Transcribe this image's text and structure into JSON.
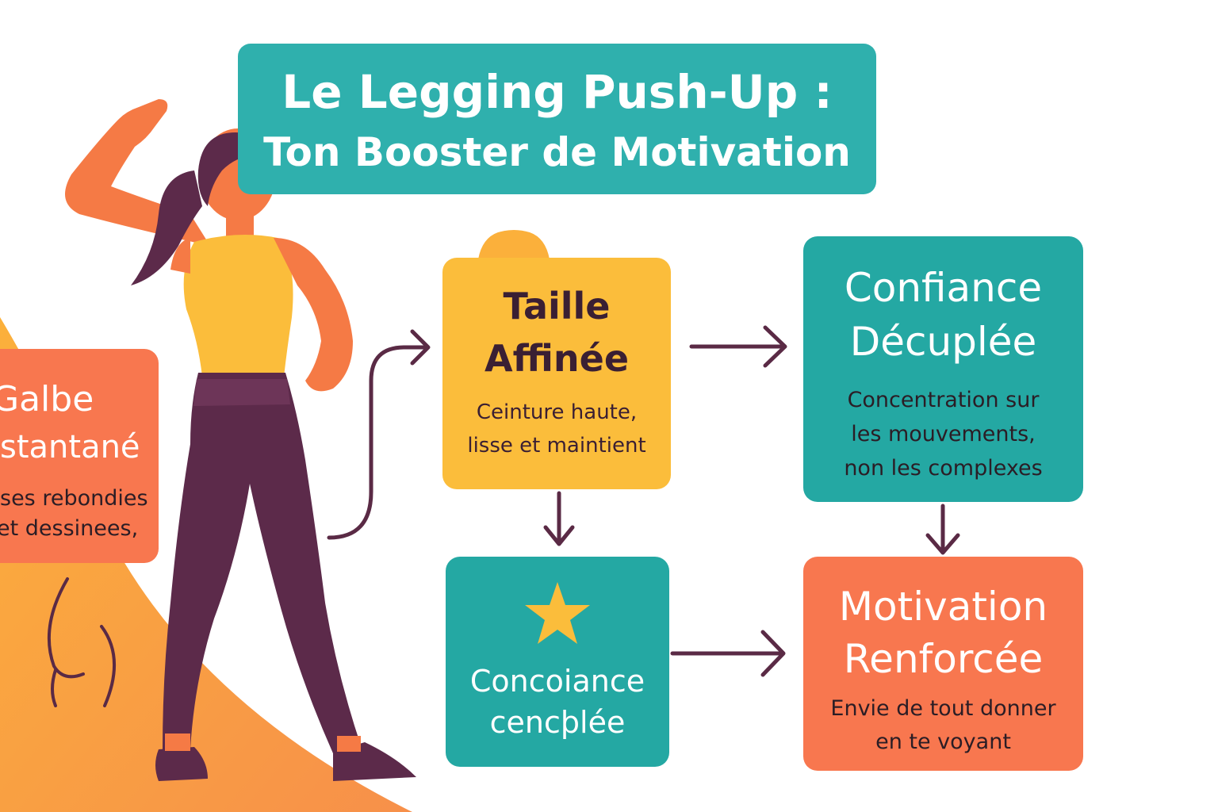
{
  "title": {
    "line1": "Le Legging Push-Up :",
    "line2": "Ton Booster de Motivation"
  },
  "boxes": {
    "galbe": {
      "heading_line1": "Galbe",
      "heading_line2": "stantané",
      "body_line1": "ses rebondies",
      "body_line2": "et dessinees,"
    },
    "taille": {
      "heading_line1": "Taille",
      "heading_line2": "Affinée",
      "body_line1": "Ceinture haute,",
      "body_line2": "lisse et maintient"
    },
    "confiance": {
      "heading_line1": "Confiance",
      "heading_line2": "Décuplée",
      "body_line1": "Concentration sur",
      "body_line2": "les mouvements,",
      "body_line3": "non les complexes"
    },
    "concoiance": {
      "heading_line1": "Concoiance",
      "heading_line2": "cencþlée",
      "icon": "star-icon"
    },
    "motivation": {
      "heading_line1": "Motivation",
      "heading_line2": "Renforcée",
      "body_line1": "Envie de tout donner",
      "body_line2": "en te voyant"
    }
  },
  "colors": {
    "teal": "#24a8a3",
    "yellow": "#fbbd3b",
    "orange": "#f8774f",
    "plum": "#5c2a4a",
    "arrow": "#5a2a45"
  }
}
